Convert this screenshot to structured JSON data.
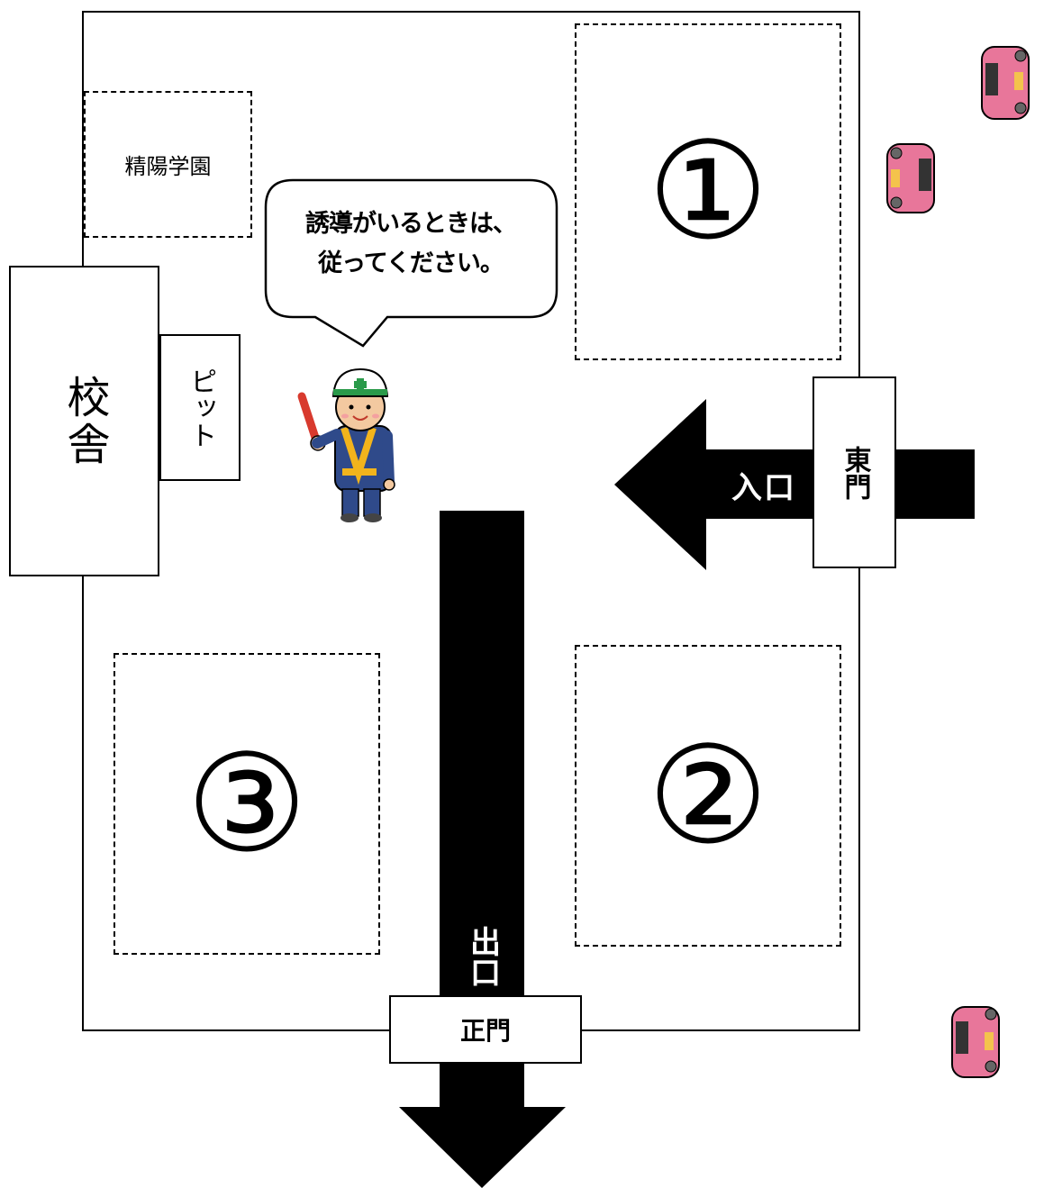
{
  "facilities": {
    "seiyo_gakuen": "精陽学園",
    "school_building": "校舎",
    "pit": "ピット",
    "east_gate": "東門",
    "main_gate": "正門"
  },
  "arrows": {
    "entrance": "入口",
    "exit": "出口"
  },
  "parking_zones": [
    "①",
    "②",
    "③"
  ],
  "speech_bubble": {
    "line1": "誘導がいるときは、",
    "line2": "従ってください。"
  },
  "icons": {
    "guide": "traffic-guide-worker-icon",
    "car": "pink-car-icon"
  },
  "colors": {
    "arrow": "#000000",
    "car_body": "#e8769a",
    "vest": "#f2b41c",
    "uniform": "#2f4a8a"
  }
}
